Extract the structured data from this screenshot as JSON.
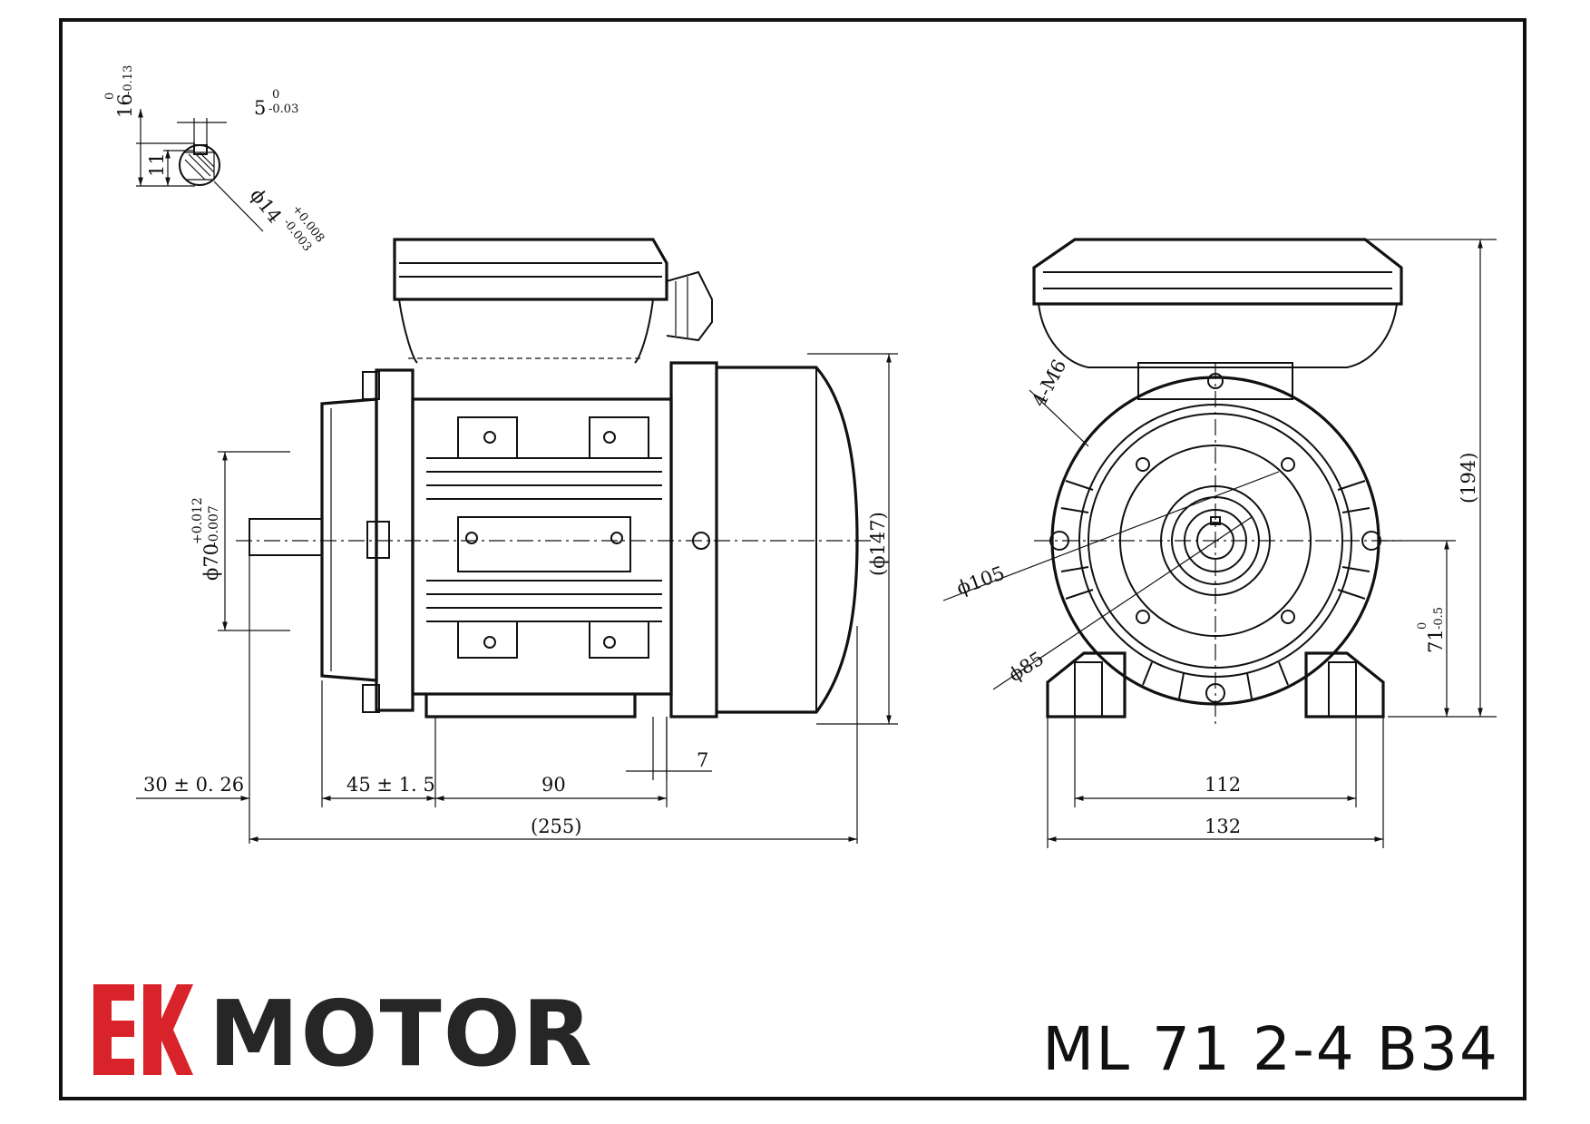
{
  "drawing": {
    "keyway": {
      "height": "16",
      "height_tol_upper": "0",
      "height_tol_lower": "-0.13",
      "width": "5",
      "width_tol_upper": "0",
      "width_tol_lower": "-0.03",
      "depth": "11",
      "diameter": "ϕ14",
      "diameter_tol_upper": "+0.008",
      "diameter_tol_lower": "-0.003"
    },
    "side_view": {
      "spigot": "ϕ70",
      "spigot_tol_upper": "+0.012",
      "spigot_tol_lower": "-0.007",
      "body_diameter": "(ϕ147)",
      "shaft_length": "30 ± 0. 26",
      "flange_to_foot": "45 ± 1. 5",
      "foot_spacing": "90",
      "foot_thickness": "7",
      "overall_length": "(255)"
    },
    "end_view": {
      "bolt_label": "4-M6",
      "pcd_outer": "ϕ105",
      "pcd_inner": "ϕ85",
      "overall_height": "(194)",
      "shaft_height": "71",
      "shaft_height_tol_upper": "0",
      "shaft_height_tol_lower": "-0.5",
      "foot_hole_spacing": "112",
      "foot_width": "132"
    }
  },
  "brand": {
    "logo_mark": "EK",
    "logo_text": "MOTOR",
    "logo_color": "#d8232a",
    "text_color": "#262626"
  },
  "model": "ML 71 2-4 B34"
}
